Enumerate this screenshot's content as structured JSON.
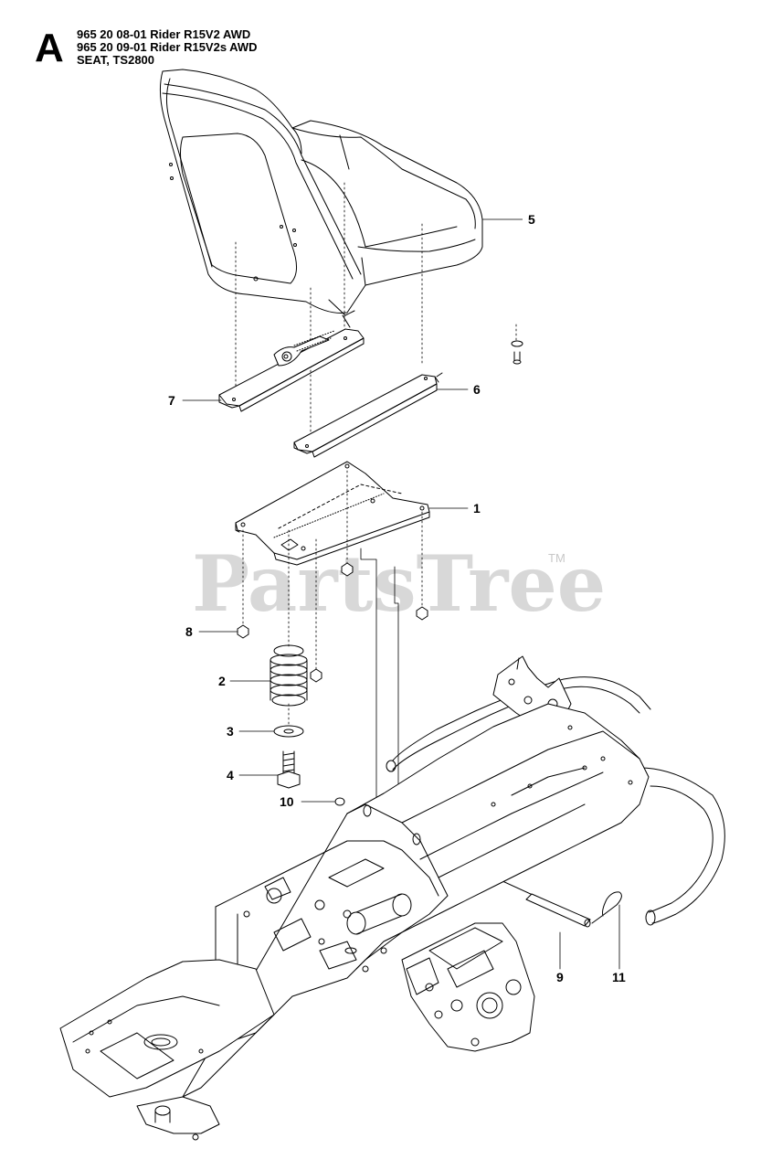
{
  "header": {
    "letter": "A",
    "lines": [
      "965 20 08-01 Rider R15V2 AWD",
      "965 20 09-01 Rider R15V2s AWD",
      "SEAT, TS2800"
    ]
  },
  "watermark": {
    "text": "PartsTree",
    "trademark": "TM"
  },
  "callouts": {
    "c1": "1",
    "c2": "2",
    "c3": "3",
    "c4": "4",
    "c5": "5",
    "c6": "6",
    "c7": "7",
    "c8": "8",
    "c9": "9",
    "c10": "10",
    "c11": "11"
  }
}
